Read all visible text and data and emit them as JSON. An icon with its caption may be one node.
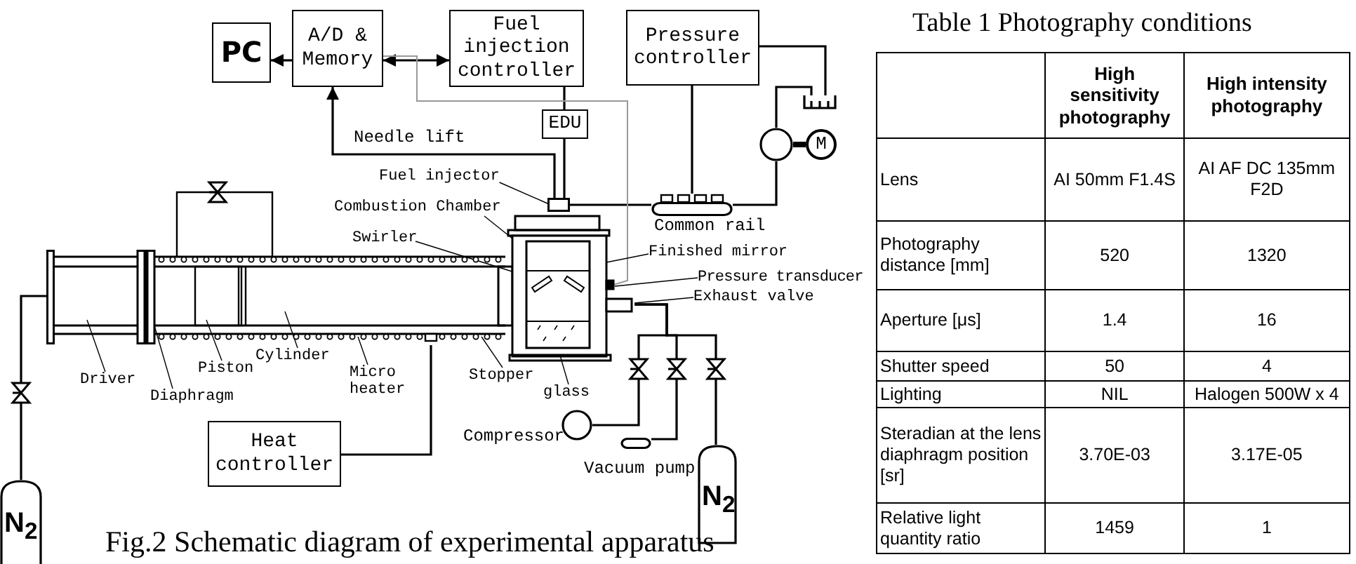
{
  "diagram": {
    "caption": "Fig.2 Schematic diagram of experimental apparatus",
    "nodes": [
      {
        "text": [
          "PC"
        ]
      },
      {
        "text": [
          "A/D & Memory"
        ]
      },
      {
        "text": [
          "Fuel injection controller"
        ]
      },
      {
        "text": [
          "Pressure controller"
        ]
      },
      {
        "text": [
          "EDU"
        ]
      },
      {
        "text": [
          "Heat controller"
        ]
      },
      {
        "text": [
          "M"
        ]
      },
      {
        "text": [],
        "shape": "circle"
      },
      {
        "text": [],
        "shape": "box"
      },
      {
        "text": [],
        "shape": "cylinder",
        "beside": [
          "Common rail"
        ]
      },
      {
        "text": [],
        "shape": "box"
      },
      {
        "text": [],
        "shape": "picture"
      },
      {
        "text": [],
        "shape": "circle",
        "beside": [
          "Compressor"
        ]
      },
      {
        "text": [],
        "shape": "cylinder",
        "beside": [
          "Vacuum pump"
        ]
      },
      {
        "text": [
          "N$_{2}$"
        ]
      },
      {
        "text": [
          "N$_{2}$"
        ]
      },
      {
        "text": [],
        "shape": "picture"
      },
      {
        "text": [
          "Fuel injector"
        ]
      },
      {
        "text": [
          "Combustion Chamber"
        ]
      },
      {
        "text": [
          "Swirler"
        ]
      },
      {
        "text": [
          "Finished mirror"
        ]
      },
      {
        "text": [
          "Pressure transducer"
        ]
      },
      {
        "text": [
          "Exhaust valve"
        ]
      },
      {
        "text": [
          "Stopper"
        ]
      },
      {
        "text": [
          "glass"
        ]
      },
      {
        "text": [
          "Driver"
        ]
      },
      {
        "text": [
          "Diaphragm"
        ]
      },
      {
        "text": [
          "Piston"
        ]
      },
      {
        "text": [
          "Cylinder"
        ]
      },
      {
        "text": [
          "Micro heater"
        ]
      }
    ],
    "edges": [
      {
        "from": 1,
        "to": 0,
        "arrow": "to"
      },
      {
        "from": 1,
        "to": 2,
        "arrow": "both"
      },
      {
        "from": 2,
        "to": 4,
        "arrow": "none"
      },
      {
        "from": 4,
        "to": 10,
        "arrow": "none"
      },
      {
        "from": 10,
        "to": 1,
        "arrow": "to",
        "label": "Needle lift"
      },
      {
        "from": 3,
        "to": 9,
        "arrow": "none"
      },
      {
        "from": 9,
        "to": 10,
        "arrow": "none"
      },
      {
        "from": 9,
        "to": 7,
        "arrow": "none"
      },
      {
        "from": 7,
        "to": 6,
        "arrow": "none",
        "style": "thick"
      },
      {
        "from": 7,
        "to": 8,
        "arrow": "none"
      },
      {
        "from": 3,
        "to": 8,
        "arrow": "none"
      },
      {
        "from": 5,
        "to": 11,
        "arrow": "none"
      },
      {
        "from": 15,
        "to": 11,
        "arrow": "none"
      },
      {
        "from": 16,
        "to": 12,
        "arrow": "none"
      },
      {
        "from": 16,
        "to": 13,
        "arrow": "none"
      },
      {
        "from": 16,
        "to": 14,
        "arrow": "none"
      },
      {
        "from": 1,
        "to": 16,
        "arrow": "none",
        "color": "#999999"
      },
      {
        "from": 17,
        "to": 10,
        "arrow": "none"
      },
      {
        "from": 18,
        "to": 16,
        "arrow": "none"
      },
      {
        "from": 19,
        "to": 16,
        "arrow": "none"
      },
      {
        "from": 20,
        "to": 16,
        "arrow": "none"
      },
      {
        "from": 21,
        "to": 16,
        "arrow": "none"
      },
      {
        "from": 22,
        "to": 16,
        "arrow": "none"
      },
      {
        "from": 23,
        "to": 11,
        "arrow": "none"
      },
      {
        "from": 24,
        "to": 16,
        "arrow": "none"
      },
      {
        "from": 25,
        "to": 11,
        "arrow": "none"
      },
      {
        "from": 26,
        "to": 11,
        "arrow": "none"
      },
      {
        "from": 27,
        "to": 11,
        "arrow": "none"
      },
      {
        "from": 28,
        "to": 11,
        "arrow": "none"
      },
      {
        "from": 29,
        "to": 11,
        "arrow": "none"
      }
    ],
    "labels": [
      "Table 1 Photography conditions",
      "High sensitivity photography",
      "High intensity photography",
      "Lens",
      "AI 50mm F1.4S",
      "AI AF DC 135mm F2D",
      "Photography distance [mm]",
      "520",
      "1320",
      "Aperture [μs]",
      "1.4",
      "16",
      "Shutter speed",
      "50",
      "4",
      "Lighting",
      "NIL",
      "Halogen 500W x 4",
      "Steradian at the lens diaphragm position [sr]",
      "3.70E-03",
      "3.17E-05",
      "Relative light quantity ratio",
      "1459",
      "1"
    ]
  }
}
